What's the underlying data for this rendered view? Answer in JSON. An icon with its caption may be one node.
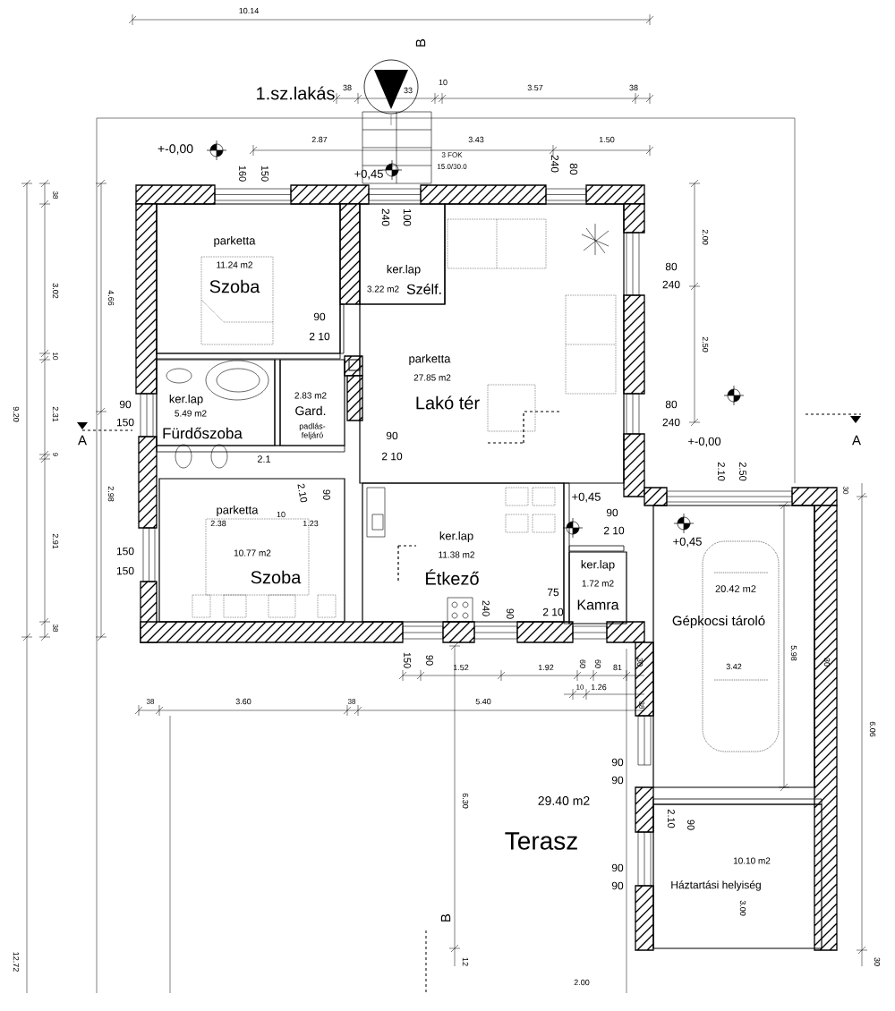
{
  "diagram": {
    "title": "1.sz.lakás",
    "nodes": [
      {
        "text": [
          "parketta",
          "11.24 m2",
          "Szoba"
        ]
      },
      {
        "text": [
          "ker.lap",
          "3.22 m2",
          "Szélf."
        ]
      },
      {
        "text": [
          "parketta",
          "27.85 m2",
          "Lakó tér"
        ]
      },
      {
        "text": [
          "ker.lap",
          "5.49 m2",
          "Fürdőszoba"
        ]
      },
      {
        "text": [
          "2.83 m2",
          "Gard.",
          "padlás-feljáró"
        ]
      },
      {
        "text": [
          "parketta",
          "10.77 m2",
          "Szoba"
        ]
      },
      {
        "text": [
          "ker.lap",
          "11.38 m2",
          "Étkező"
        ]
      },
      {
        "text": [
          "ker.lap",
          "1.72 m2",
          "Kamra"
        ]
      },
      {
        "text": [
          "20.42 m2",
          "Gépkocsi tároló"
        ]
      },
      {
        "text": [
          "29.40 m2",
          "Terasz"
        ]
      },
      {
        "text": [
          "10.10 m2",
          "Háztartási helyiség"
        ]
      }
    ],
    "labels": [
      "10.14",
      "B",
      "38",
      "33",
      "10",
      "3.57",
      "38",
      "+-0,00",
      "2.87",
      "3.43",
      "1.50",
      "3 FOK",
      "15.0/30.0",
      "+0,45",
      "160",
      "150",
      "240",
      "80",
      "38",
      "3.02",
      "10",
      "2.31",
      "9",
      "2.91",
      "38",
      "9.20",
      "4.66",
      "2.98",
      "90",
      "150",
      "A",
      "150",
      "150",
      "240",
      "100",
      "90",
      "2 10",
      "2.1",
      "2.10",
      "90",
      "90",
      "2 10",
      "2.00",
      "80",
      "240",
      "2.50",
      "80",
      "240",
      "+-0,00",
      "A",
      "2.10",
      "2.50",
      "30",
      "2.38",
      "10",
      "1.23",
      "+0,45",
      "90",
      "2 10",
      "+0,45",
      "240",
      "90",
      "75",
      "2 10",
      "150",
      "90",
      "1.52",
      "1.92",
      "60",
      "60",
      "81",
      "30",
      "10",
      "1.26",
      "5.98",
      "3.42",
      "30",
      "38",
      "3.60",
      "38",
      "5.40",
      "38",
      "6.06",
      "6.30",
      "90",
      "90",
      "90",
      "90",
      "2.10",
      "90",
      "3.00",
      "B",
      "12.72",
      "12",
      "30",
      "2.00"
    ]
  }
}
